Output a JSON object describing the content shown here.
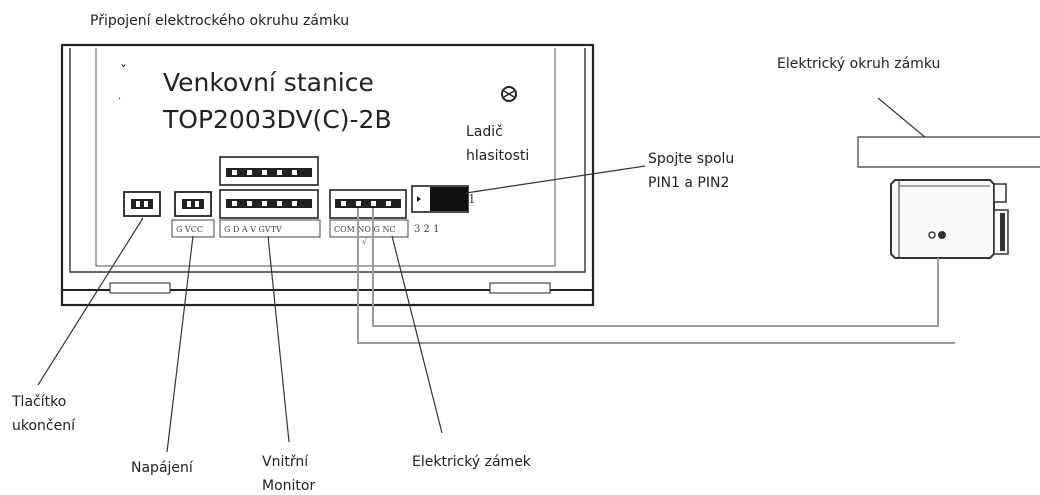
{
  "diagram": {
    "title": "Připojení elektrockého okruhu zámku",
    "station_name": "Venkovní stanice",
    "station_model": "TOP2003DV(C)-2B",
    "volume_label_1": "Ladič",
    "volume_label_2": "hlasitosti",
    "pins_power": "G VCC",
    "pins_monitor": "G  D  A  V  GVTV",
    "pins_lock": "COM NO G NC",
    "jumper_numbers": "3  2  1",
    "jumper_mark": "1",
    "join_label_1": "Spojte spolu",
    "join_label_2": "PIN1 a PIN2",
    "lock_circuit_label": "Elektrický okruh zámku",
    "exit_button_label_1": "Tlačítko",
    "exit_button_label_2": "ukončení",
    "power_label": "Napájení",
    "monitor_label_1": "Vnitřní",
    "monitor_label_2": "Monitor",
    "electric_lock_label": "Elektrický zámek"
  }
}
